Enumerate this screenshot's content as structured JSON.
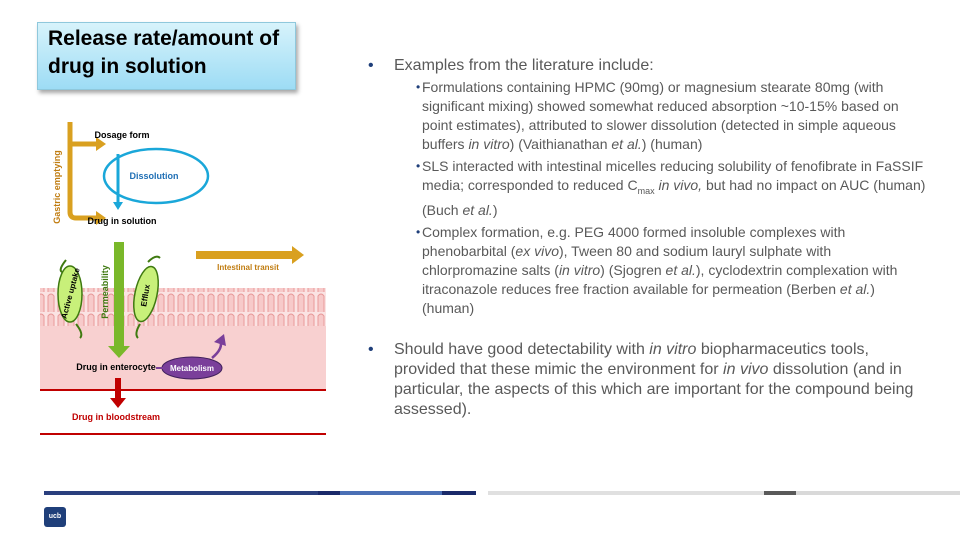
{
  "title": "Release rate/amount of drug in solution",
  "diagram": {
    "gastric_emptying": "Gastric emptying",
    "dosage_form": "Dosage form",
    "dissolution": "Dissolution",
    "drug_in_solution": "Drug in solution",
    "intestinal_transit": "Intestinal transit",
    "active_uptake": "Active uptake",
    "permeability": "Permeability",
    "efflux": "Efflux",
    "drug_in_enterocyte": "Drug in enterocyte",
    "metabolism": "Metabolism",
    "drug_in_bloodstream": "Drug in bloodstream"
  },
  "bullets": [
    {
      "text": "Examples from the literature include:",
      "sub": [
        [
          "Formulations containing HPMC (90mg) or magnesium stearate 80mg (with significant mixing) showed somewhat reduced absorption ~10-15% based on point estimates), attributed to slower dissolution (detected in simple aqueous buffers ",
          "in vitro",
          ") (Vaithianathan ",
          "et al.",
          ") (human)"
        ],
        [
          "SLS interacted with intestinal micelles reducing solubility of fenofibrate in FaSSIF media; corresponded to reduced C",
          "max",
          " ",
          "in vivo,",
          " but had no impact on AUC (human)  (Buch ",
          "et al.",
          ")"
        ],
        [
          "Complex formation, e.g.  PEG 4000 formed insoluble complexes with phenobarbital (",
          "ex vivo",
          "), Tween 80 and sodium lauryl sulphate with chlorpromazine salts (",
          "in vitro",
          ") (Sjogren ",
          "et al.",
          "), cyclodextrin complexation with itraconazole reduces free fraction available for permeation (Berben ",
          "et al.",
          ") (human)"
        ]
      ]
    },
    {
      "text": [
        "Should have good detectability with ",
        "in vitro",
        " biopharmaceutics tools, provided that these mimic the environment for ",
        "in vivo",
        " dissolution (and in particular, the aspects of this which are important for the compound being assessed)."
      ]
    }
  ],
  "logo_text": "ucb",
  "colors": {
    "navy": "#1f3f7a",
    "blue": "#4a6fb5",
    "grey": "#d9d9d9",
    "darkgrey": "#595959",
    "gold": "#d9a020",
    "green": "#7ab82a",
    "red": "#c00000",
    "purple": "#7a3f9a",
    "cyan": "#1aa7d9"
  }
}
